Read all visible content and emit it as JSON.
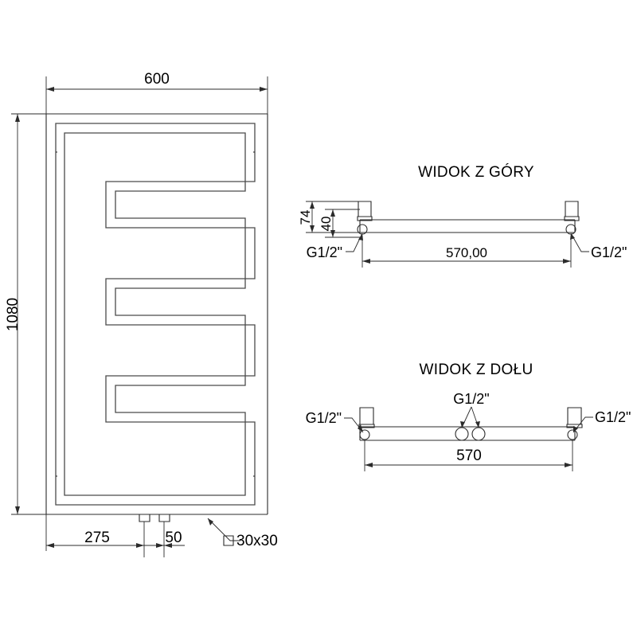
{
  "drawing": {
    "kind": "technical-drawing",
    "product": "serpentine-towel-radiator",
    "units": "mm",
    "line_color": "#2b2b2b",
    "background_color": "#ffffff"
  },
  "front_view": {
    "dimensions": {
      "width_label": "600",
      "height_label": "1080",
      "offset_left_label": "275",
      "spacing_label": "50"
    },
    "profile_note": "30x30",
    "profile_symbol": "□",
    "meander_segments": 8
  },
  "top_view": {
    "title": "WIDOK Z GÓRY",
    "dim_depth_outer": "74",
    "dim_depth_inner": "40",
    "dim_span": "570,00",
    "thread_left": "G1/2\"",
    "thread_right": "G1/2\""
  },
  "bottom_view": {
    "title": "WIDOK Z DOŁU",
    "dim_span": "570",
    "thread_left": "G1/2\"",
    "thread_right": "G1/2\"",
    "thread_center": "G1/2\""
  }
}
